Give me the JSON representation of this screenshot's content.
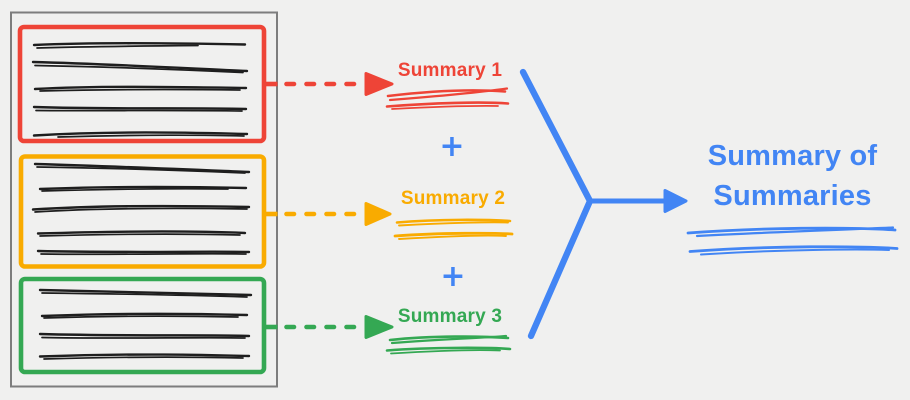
{
  "background_color": "#F0F0EF",
  "palette": {
    "red": "#EE4437",
    "orange": "#F9AB00",
    "green": "#34A853",
    "blue": "#4285F4",
    "document_border_gray": "#7D7D7D",
    "handwriting_ink": "#1E1E1E"
  },
  "document": {
    "sections": [
      {
        "name": "section-1",
        "highlight_color": "#EE4437",
        "text_scribble_lines": 5
      },
      {
        "name": "section-2",
        "highlight_color": "#F9AB00",
        "text_scribble_lines": 5
      },
      {
        "name": "section-3",
        "highlight_color": "#34A853",
        "text_scribble_lines": 4
      }
    ]
  },
  "summaries": [
    {
      "label": "Summary 1",
      "color": "#EE4437"
    },
    {
      "label": "Summary 2",
      "color": "#F9AB00"
    },
    {
      "label": "Summary 3",
      "color": "#34A853"
    }
  ],
  "operators": {
    "plus_1": "+",
    "plus_2": "+",
    "color": "#4285F4"
  },
  "result": {
    "label": "Summary of Summaries",
    "color": "#4285F4"
  }
}
